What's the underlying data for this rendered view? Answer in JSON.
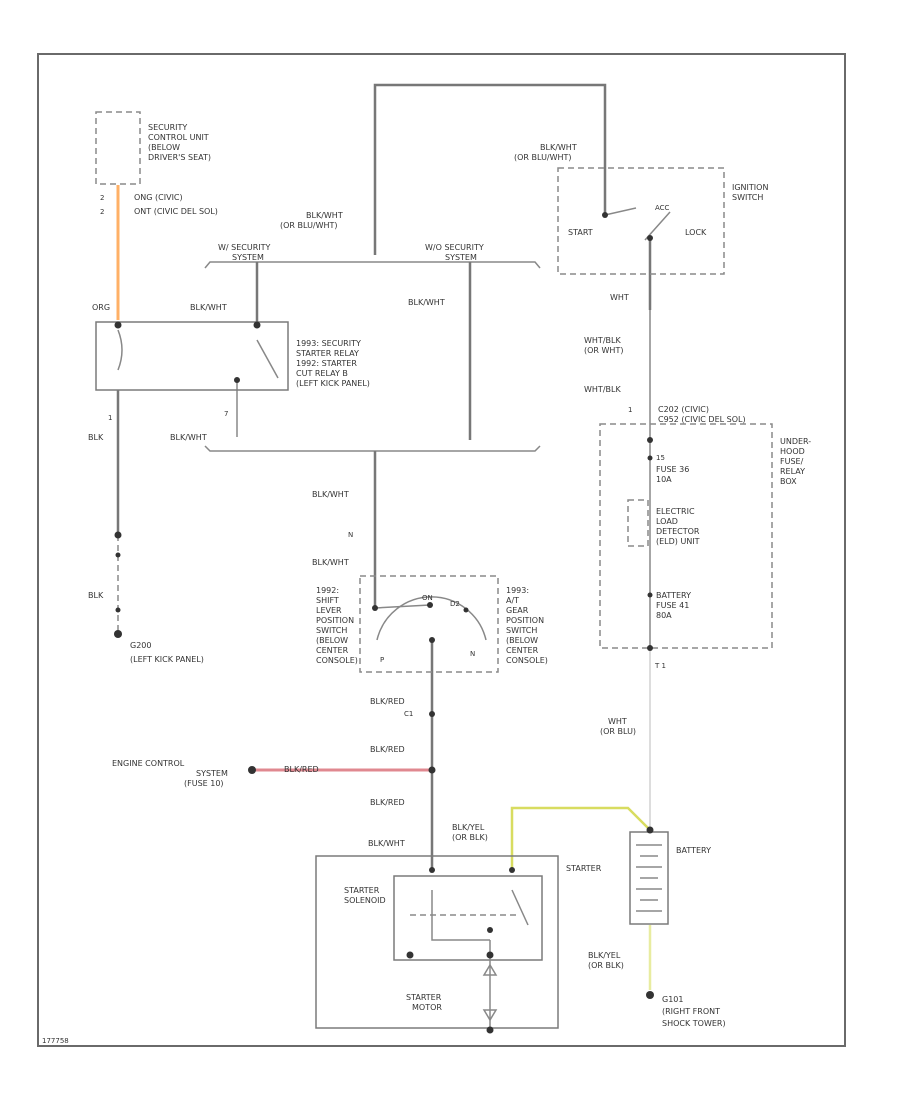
{
  "colors": {
    "orange_wire": "#ffb066",
    "red_wire": "#e08890",
    "yellow_wire": "#d8dc60",
    "ground_wire": "#e8eca0",
    "battery_feed": "#dddddd"
  },
  "security_unit": {
    "line1": "SECURITY",
    "line2": "CONTROL UNIT",
    "line3": "(BELOW",
    "line4": "DRIVER'S SEAT)",
    "pin_a": "2",
    "pin_b": "2",
    "circuit_a": "ONG (CIVIC)",
    "circuit_b": "ONT (CIVIC DEL SOL)"
  },
  "relay": {
    "wire_left": "ORG",
    "wire_right": "BLK/WHT",
    "line1": "1993: SECURITY",
    "line2": "STARTER RELAY",
    "line3": "1992: STARTER",
    "line4": "CUT RELAY B",
    "line5": "(LEFT KICK PANEL)",
    "pin_left": "1",
    "pin_right": "7",
    "wire_bottom_left": "BLK",
    "wire_bottom_right": "BLK/WHT"
  },
  "branches": {
    "top_label1": "BLK/WHT",
    "top_label2": "(OR BLU/WHT)",
    "with_security1": "W/ SECURITY",
    "with_security2": "SYSTEM",
    "without_security1": "W/O SECURITY",
    "without_security2": "SYSTEM",
    "mid_label": "BLK/WHT",
    "lower_label": "BLK/WHT",
    "connector_n": "N",
    "lower_label2": "BLK/WHT"
  },
  "ground_left": {
    "wire": "BLK",
    "name": "G200",
    "location": "(LEFT KICK PANEL)"
  },
  "ignition": {
    "wire1": "BLK/WHT",
    "wire2": "(OR BLU/WHT)",
    "name1": "IGNITION",
    "name2": "SWITCH",
    "pos_start": "START",
    "pos_lock": "LOCK",
    "pos_acc": "ACC",
    "wire_out": "WHT"
  },
  "fuse_box": {
    "wire_a1": "WHT/BLK",
    "wire_a2": "(OR WHT)",
    "wire_b": "WHT/BLK",
    "conn_pin": "1",
    "conn_a": "C202 (CIVIC)",
    "conn_b": "C952 (CIVIC DEL SOL)",
    "name1": "UNDER-",
    "name2": "HOOD",
    "name3": "FUSE/",
    "name4": "RELAY",
    "name5": "BOX",
    "fuse36_pin": "15",
    "fuse36_1": "FUSE 36",
    "fuse36_2": "10A",
    "eld1": "ELECTRIC",
    "eld2": "LOAD",
    "eld3": "DETECTOR",
    "eld4": "(ELD) UNIT",
    "batt_fuse1": "BATTERY",
    "batt_fuse2": "FUSE 41",
    "batt_fuse3": "80A",
    "pin_t1": "T 1",
    "wire_out1": "WHT",
    "wire_out2": "(OR BLU)"
  },
  "shift_switch": {
    "left1": "1992:",
    "left2": "SHIFT",
    "left3": "LEVER",
    "left4": "POSITION",
    "left5": "SWITCH",
    "left6": "(BELOW",
    "left7": "CENTER",
    "left8": "CONSOLE)",
    "right1": "1993:",
    "right2": "A/T",
    "right3": "GEAR",
    "right4": "POSITION",
    "right5": "SWITCH",
    "right6": "(BELOW",
    "right7": "CENTER",
    "right8": "CONSOLE)",
    "pos_p": "P",
    "pos_n": "N",
    "pos_on": "ON",
    "pos_d": "D2",
    "out_wire": "BLK/RED",
    "out_pin": "C1"
  },
  "engine_control": {
    "line1": "ENGINE CONTROL",
    "line2": "SYSTEM",
    "line3": "(FUSE 10)",
    "wire_red": "BLK/RED",
    "wire_above": "BLK/RED",
    "wire_below": "BLK/RED"
  },
  "starter": {
    "wire_in": "BLK/WHT",
    "solenoid1": "STARTER",
    "solenoid2": "SOLENOID",
    "label": "STARTER",
    "motor1": "STARTER",
    "motor2": "MOTOR",
    "batt_wire1": "BLK/YEL",
    "batt_wire2": "(OR BLK)"
  },
  "battery": {
    "name": "BATTERY",
    "ground_wire1": "BLK/YEL",
    "ground_wire2": "(OR BLK)",
    "ground_name": "G101",
    "ground_loc1": "(RIGHT FRONT",
    "ground_loc2": "SHOCK TOWER)"
  },
  "footer": {
    "code": "177758"
  }
}
